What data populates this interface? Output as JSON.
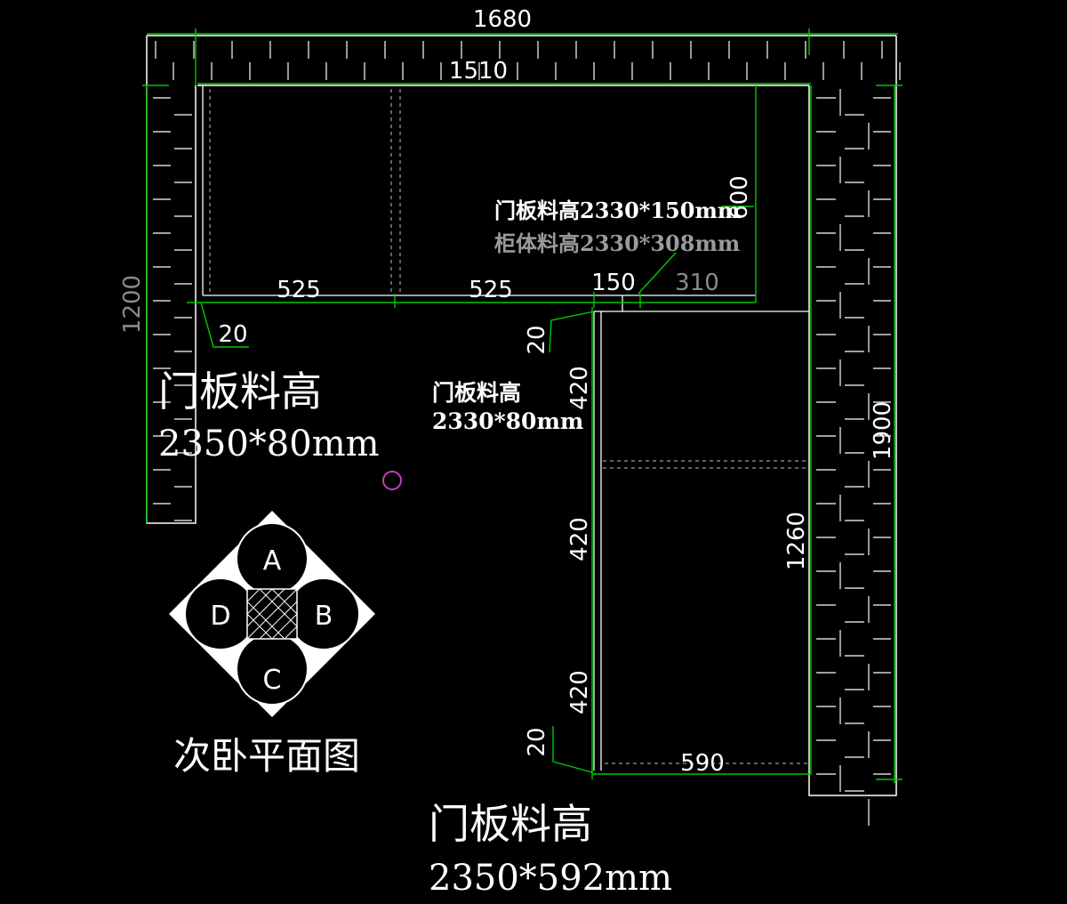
{
  "dimensions": {
    "top_total": "1680",
    "top_inner": "1510",
    "left_height": "1200",
    "right_height": "1900",
    "right_inner": "1260",
    "seg_a": "525",
    "seg_b": "525",
    "seg_c": "150",
    "seg_d": "310",
    "depth_top": "600",
    "gap_left": "20",
    "gap_mid": "20",
    "gap_bottom": "20",
    "door_1": "420",
    "door_2": "420",
    "door_3": "420",
    "bottom_width": "590"
  },
  "annotations": {
    "top_door": "门板料高2330*150mm",
    "top_cabinet": "柜体料高2330*308mm",
    "left_title": "门板料高",
    "left_size": "2350*80mm",
    "mid_title": "门板料高",
    "mid_size": "2330*80mm",
    "bottom_title": "门板料高",
    "bottom_size": "2350*592mm"
  },
  "symbol": {
    "a": "A",
    "b": "B",
    "c": "C",
    "d": "D",
    "caption": "次卧平面图"
  },
  "colors": {
    "background": "#000000",
    "line": "#ffffff",
    "dimension": "#00c800",
    "marker": "#c040c0"
  }
}
